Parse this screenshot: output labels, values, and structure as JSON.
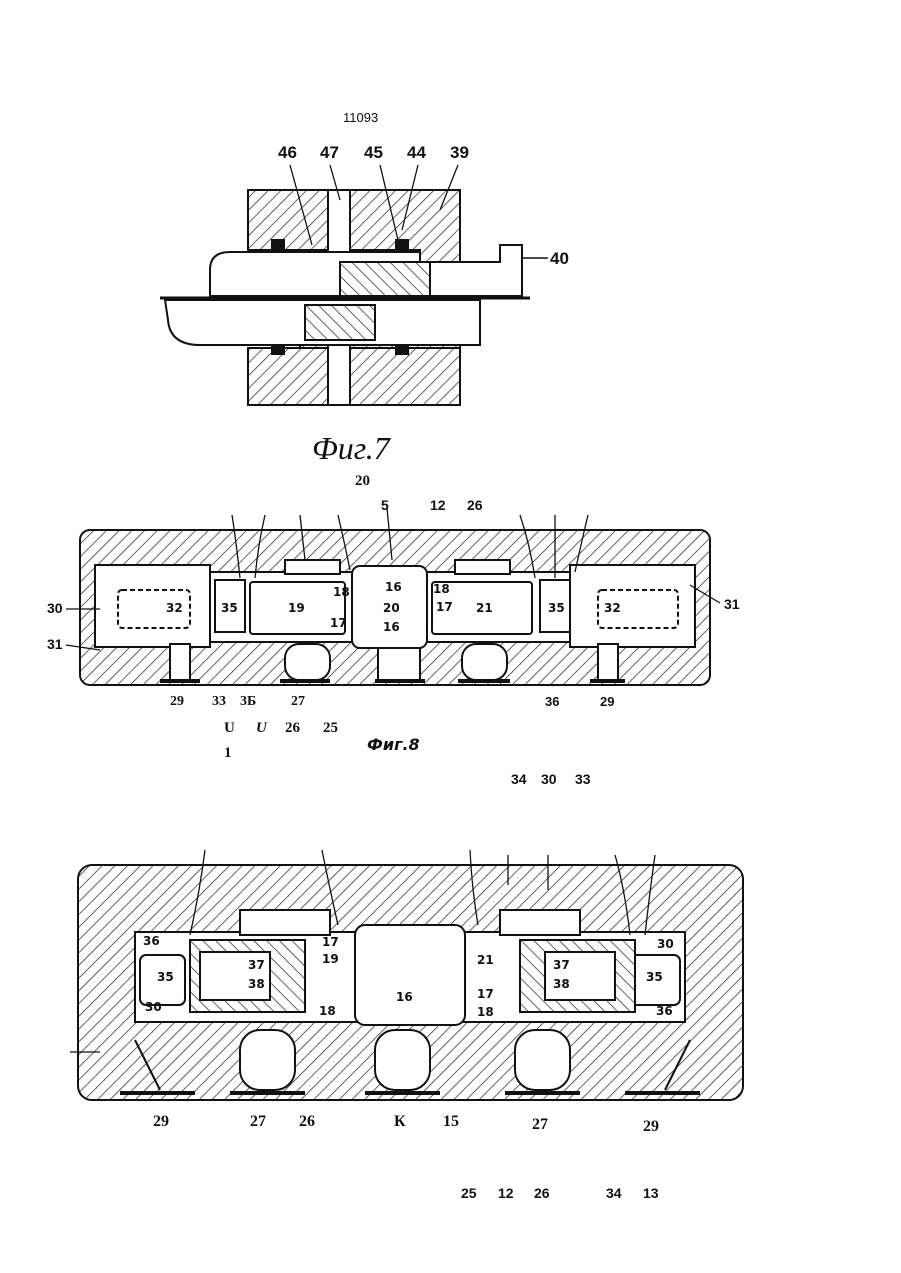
{
  "page_number": "11093",
  "fig7": {
    "caption": "Фиг.7",
    "callouts_top": [
      "46",
      "47",
      "45",
      "44",
      "39"
    ],
    "callout_right": "40"
  },
  "fig8": {
    "caption": "Фиг.8",
    "top_label": "20",
    "top_callouts": [
      "5",
      "12",
      "26"
    ],
    "left_callouts": [
      "30",
      "31"
    ],
    "right_callout": "31",
    "inner": {
      "l32": "32",
      "l35": "35",
      "l19": "19",
      "l18a": "18",
      "l16a": "16",
      "l20": "20",
      "l17a": "17",
      "l16b": "16",
      "l18b": "18",
      "l17b": "17",
      "l21": "21",
      "r35": "35",
      "r32": "32"
    },
    "bottom_callouts": {
      "b29": "29",
      "b33": "33",
      "b36": "3Б",
      "b27": "27",
      "b36r": "36",
      "b29r": "29"
    },
    "stray_row": {
      "u1": "U",
      "u2": "U",
      "n26": "26",
      "n25": "25",
      "n1": "1"
    },
    "tail_row": {
      "n34": "34",
      "n30": "30",
      "n33": "33"
    }
  },
  "fig9": {
    "inner": {
      "l36": "36",
      "l35": "35",
      "l30": "30",
      "l37": "37",
      "l38": "38",
      "l17a": "17",
      "l19": "19",
      "l16": "16",
      "l18a": "18",
      "l21": "21",
      "l17b": "17",
      "l18b": "18",
      "r37": "37",
      "r38": "38",
      "r30": "30",
      "r35": "35",
      "r36": "36"
    },
    "bottom_callouts": {
      "b29": "29",
      "b27": "27",
      "b26": "26",
      "bK": "К",
      "b15": "15",
      "b27r": "27",
      "b29r": "29"
    },
    "tail_row": {
      "n25": "25",
      "n12": "12",
      "n26": "26",
      "n34": "34",
      "n13": "13"
    }
  }
}
